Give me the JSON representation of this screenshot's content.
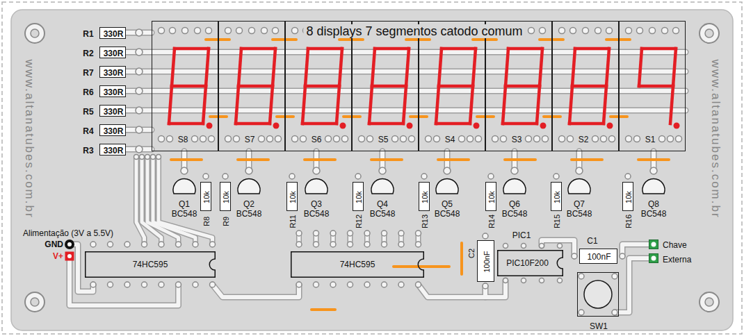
{
  "diagram": {
    "title": "8 displays 7 segmentos catodo comum",
    "nodes": [
      {
        "text": [
          "R1",
          "330R"
        ]
      },
      {
        "text": [
          "R2",
          "330R"
        ]
      },
      {
        "text": [
          "R7",
          "330R"
        ]
      },
      {
        "text": [
          "R6",
          "330R"
        ]
      },
      {
        "text": [
          "R5",
          "330R"
        ]
      },
      {
        "text": [
          "R4",
          "330R"
        ]
      },
      {
        "text": [
          "R3",
          "330R"
        ]
      },
      {
        "text": [
          "S8"
        ]
      },
      {
        "text": [
          "S7"
        ]
      },
      {
        "text": [
          "S6"
        ]
      },
      {
        "text": [
          "S5"
        ]
      },
      {
        "text": [
          "S4"
        ]
      },
      {
        "text": [
          "S3"
        ]
      },
      {
        "text": [
          "S2"
        ]
      },
      {
        "text": [
          "S1"
        ]
      },
      {
        "text": [
          "Q1",
          "BC548"
        ]
      },
      {
        "text": [
          "Q2",
          "BC548"
        ]
      },
      {
        "text": [
          "Q3",
          "BC548"
        ]
      },
      {
        "text": [
          "Q4",
          "BC548"
        ]
      },
      {
        "text": [
          "Q5",
          "BC548"
        ]
      },
      {
        "text": [
          "Q6",
          "BC548"
        ]
      },
      {
        "text": [
          "Q7",
          "BC548"
        ]
      },
      {
        "text": [
          "Q8",
          "BC548"
        ]
      },
      {
        "text": [
          "R8",
          "10k"
        ]
      },
      {
        "text": [
          "R9",
          "10k"
        ]
      },
      {
        "text": [
          "R11",
          "10k"
        ]
      },
      {
        "text": [
          "R12",
          "10k"
        ]
      },
      {
        "text": [
          "R13",
          "10k"
        ]
      },
      {
        "text": [
          "R14",
          "10k"
        ]
      },
      {
        "text": [
          "R15",
          "10k"
        ]
      },
      {
        "text": [
          "R16",
          "10k"
        ]
      },
      {
        "text": [
          "74HC595"
        ]
      },
      {
        "text": [
          "74HC595"
        ]
      },
      {
        "text": [
          "C2",
          "100nF"
        ]
      },
      {
        "text": [
          "PIC1",
          "PIC10F200"
        ]
      },
      {
        "text": [
          "C1",
          "100nF"
        ]
      },
      {
        "text": [
          "SW1"
        ]
      }
    ],
    "labels": [
      "www.altanatubes.com.br",
      "www.altanatubes.com.br",
      "Alimentação (3V a 5.5V)",
      "GND",
      "V+",
      "Chave",
      "Externa"
    ]
  }
}
